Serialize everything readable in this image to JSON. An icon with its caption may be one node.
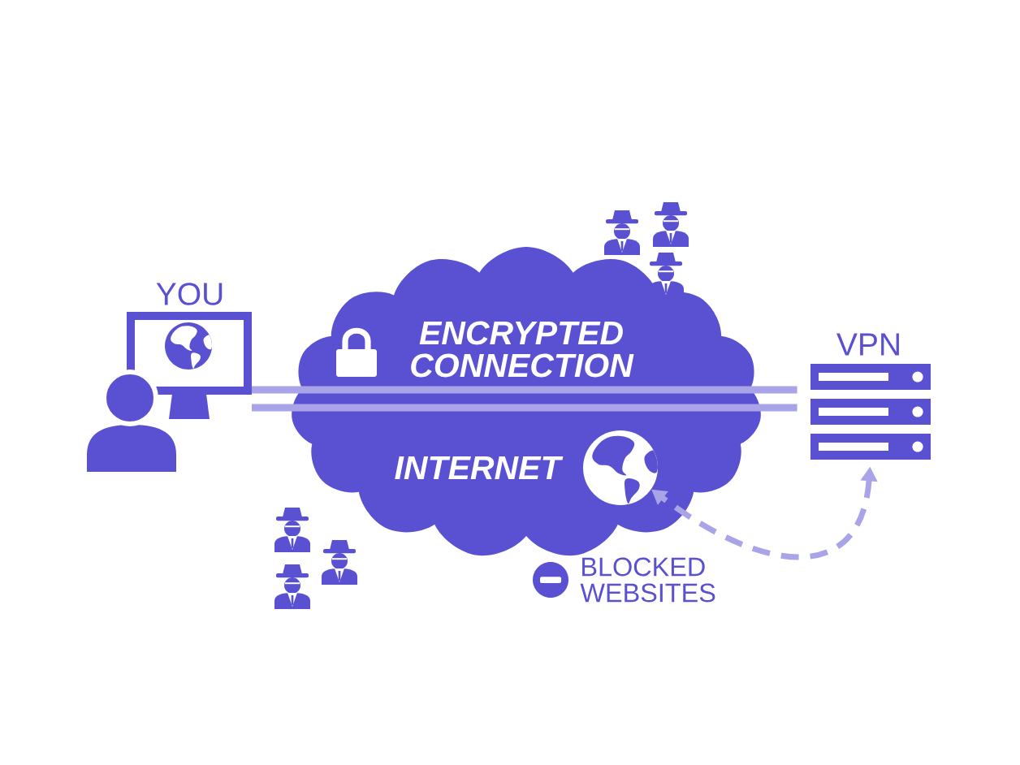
{
  "diagram": {
    "nodes": [
      {
        "text": [
          "YOU"
        ]
      },
      {
        "text": [
          "ENCRYPTED CONNECTION",
          "INTERNET"
        ]
      },
      {
        "text": [],
        "shape": "circle",
        "in": 1
      },
      {
        "text": [
          "VPN"
        ]
      }
    ],
    "edges": [
      {
        "from": 0,
        "to": 3,
        "arrow": "none"
      },
      {
        "from": 3,
        "to": 2,
        "arrow": "both",
        "style": "dashed"
      }
    ],
    "labels": [
      "BLOCKED WEBSITES"
    ]
  }
}
